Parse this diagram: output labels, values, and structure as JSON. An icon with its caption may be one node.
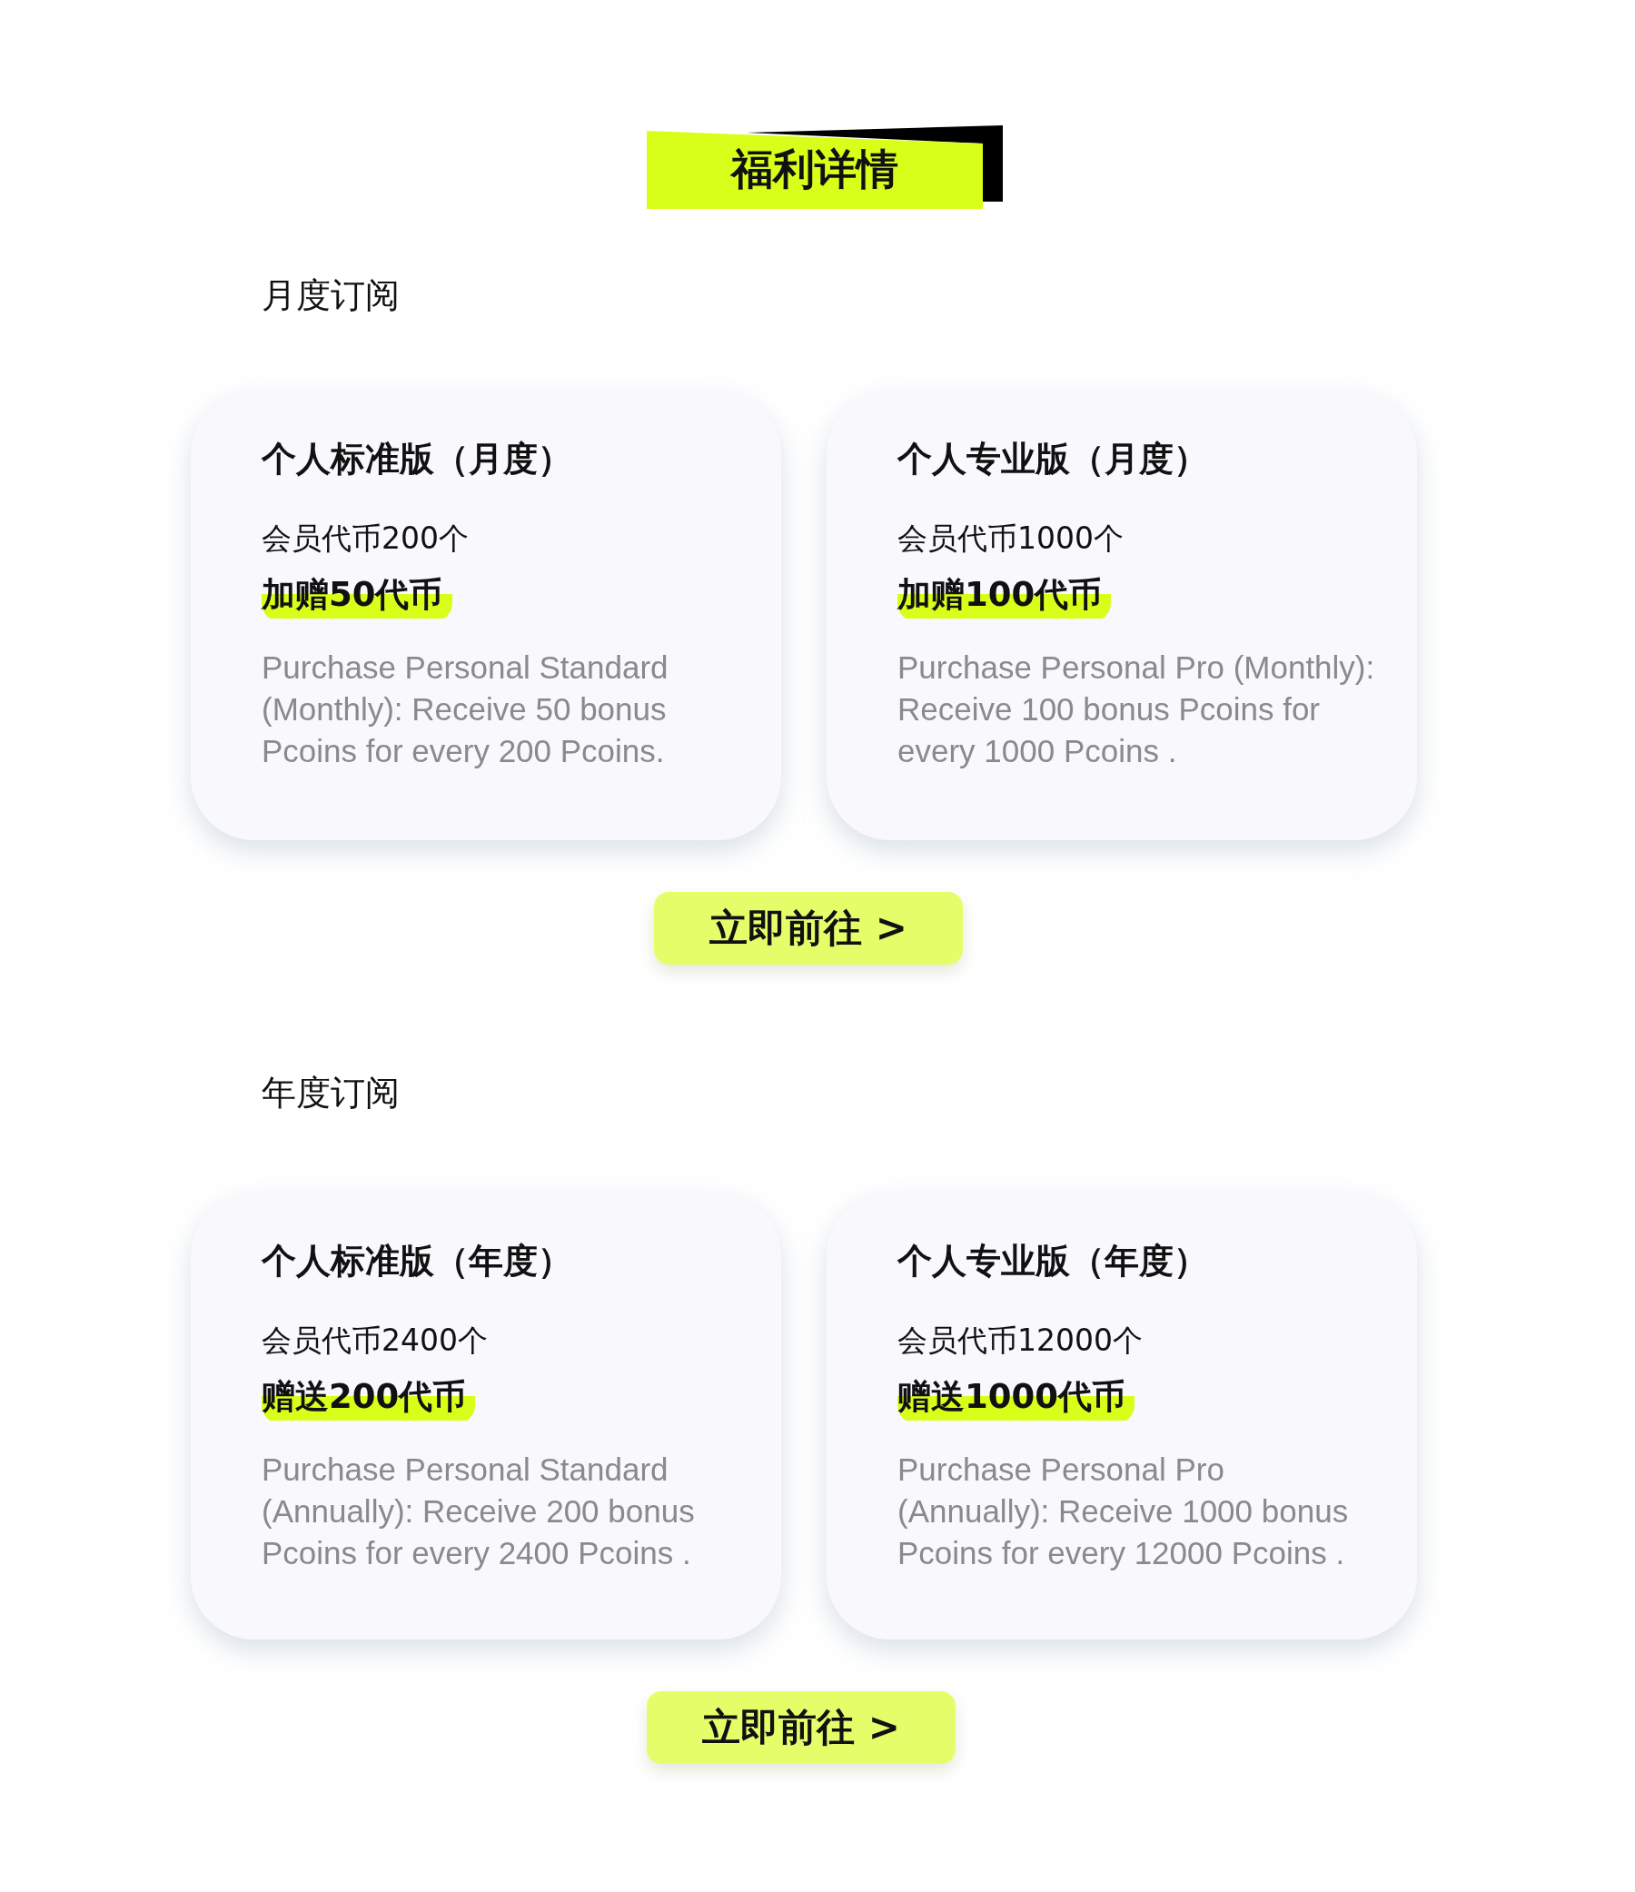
{
  "diagram": {
    "nodes": [
      {
        "text": [
          "福利详情"
        ]
      },
      {
        "text": [
          "个人标准版（月度）",
          "会员代币200个",
          "加赠50代币",
          "Purchase Personal Standard (Monthly): Receive 50 bonus Pcoins for every 200 Pcoins."
        ]
      },
      {
        "text": [
          "个人专业版（月度）",
          "会员代币1000个",
          "加赠100代币",
          "Purchase Personal Pro (Monthly): Receive 100 bonus Pcoins for every 1000 Pcoins ."
        ]
      },
      {
        "text": [
          "立即前往 >"
        ]
      },
      {
        "text": [
          "个人标准版（年度）",
          "会员代币2400个",
          "赠送200代币",
          "Purchase Personal Standard (Annually): Receive 200 bonus Pcoins for every 2400 Pcoins ."
        ]
      },
      {
        "text": [
          "个人专业版（年度）",
          "会员代币12000个",
          "赠送1000代币",
          "Purchase Personal Pro (Annually): Receive 1000 bonus Pcoins for every 12000 Pcoins ."
        ]
      },
      {
        "text": [
          "立即前往 >"
        ]
      }
    ],
    "labels": [
      "月度订阅",
      "年度订阅"
    ]
  }
}
